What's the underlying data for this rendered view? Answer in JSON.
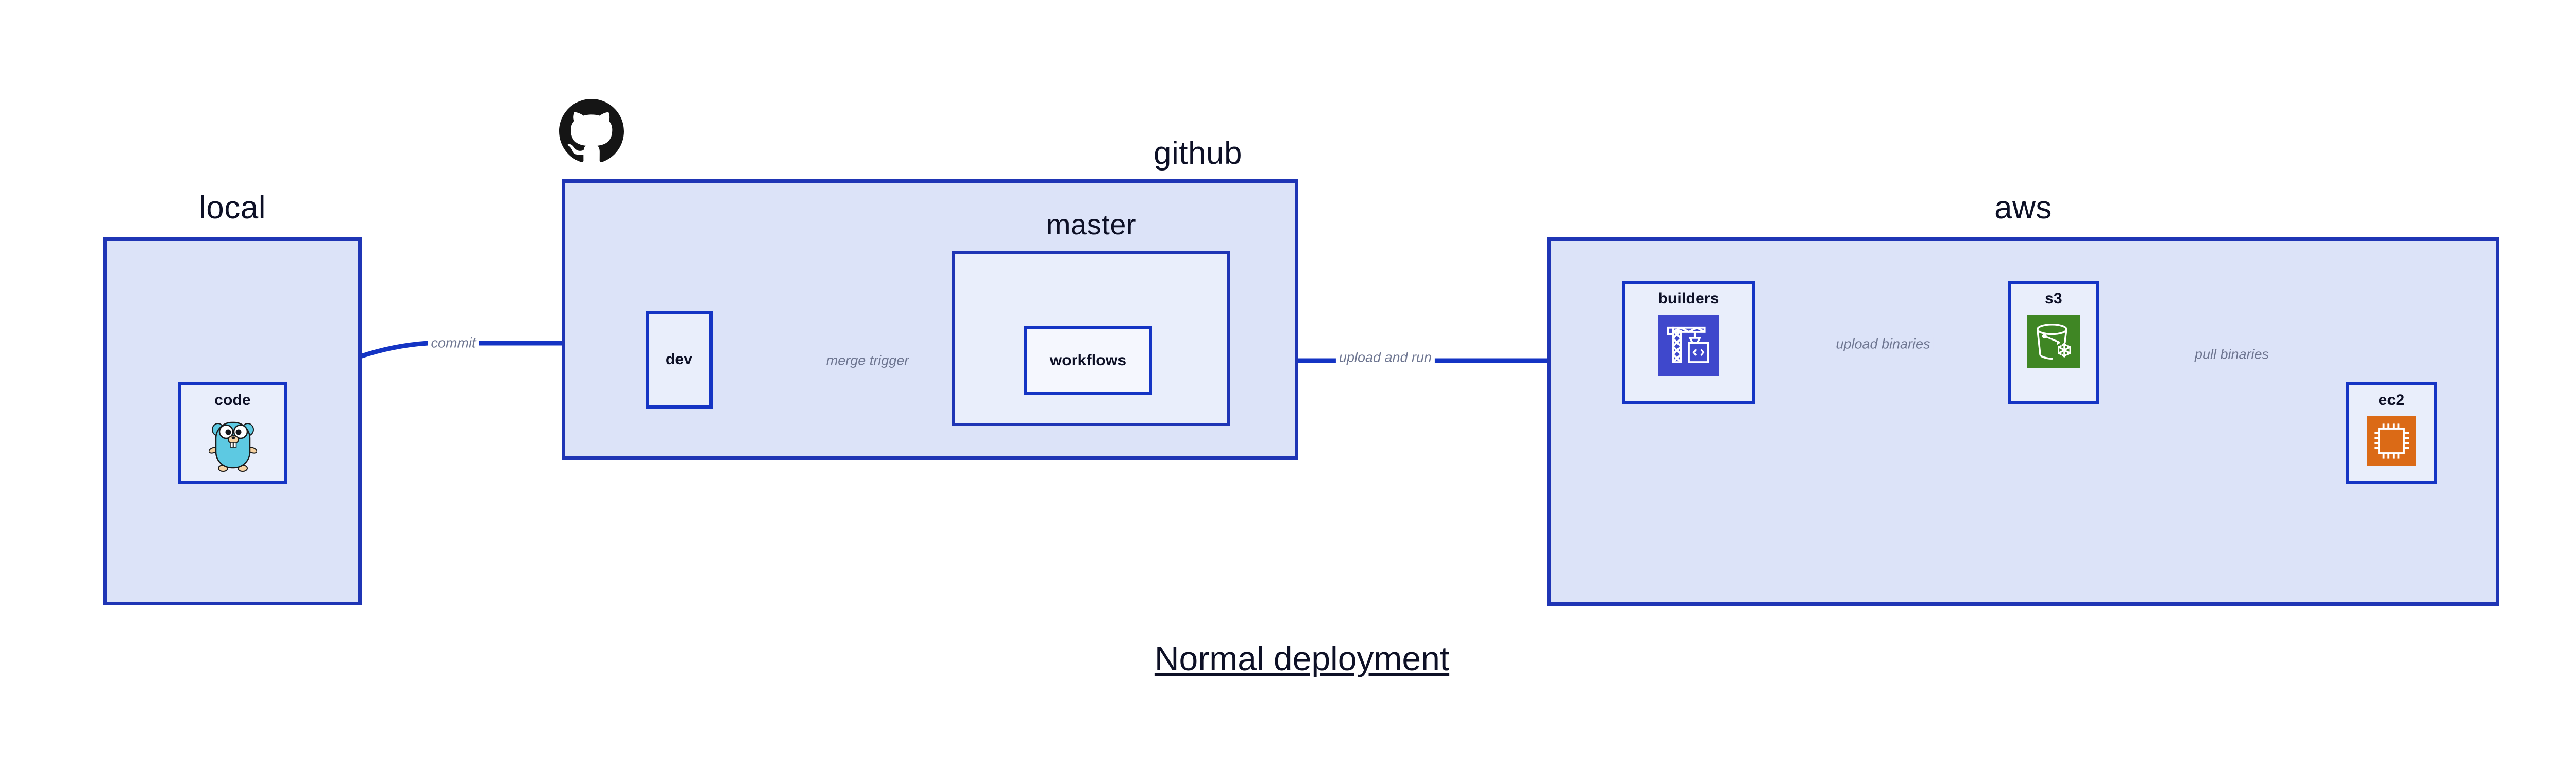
{
  "title": "Normal deployment",
  "colors": {
    "cluster_fill": "#DCE3F8",
    "cluster_border": "#1F35B5",
    "node_fill": "#E9EEFB",
    "node_border": "#1434C4",
    "edge_line": "#1434C4",
    "edge_label_text": "#6E7691",
    "text": "#0D1026",
    "builders_icon_bg": "#3F48CC",
    "s3_icon_bg": "#3F8624",
    "ec2_icon_bg": "#DB6A16",
    "gopher_body": "#5DC9E2",
    "github_logo": "#151515"
  },
  "clusters": [
    {
      "id": "local",
      "label": "local"
    },
    {
      "id": "github",
      "label": "github"
    },
    {
      "id": "aws",
      "label": "aws"
    }
  ],
  "subclusters": [
    {
      "id": "master",
      "label": "master",
      "parent": "github"
    }
  ],
  "nodes": [
    {
      "id": "code",
      "label": "code",
      "icon": "go-gopher-icon",
      "parent": "local"
    },
    {
      "id": "dev",
      "label": "dev",
      "icon": "none",
      "parent": "github"
    },
    {
      "id": "workflows",
      "label": "workflows",
      "icon": "none",
      "parent": "master"
    },
    {
      "id": "builders",
      "label": "builders",
      "icon": "aws-crane-icon",
      "parent": "aws"
    },
    {
      "id": "s3",
      "label": "s3",
      "icon": "aws-s3-bucket-icon",
      "parent": "aws"
    },
    {
      "id": "ec2",
      "label": "ec2",
      "icon": "aws-ec2-chip-icon",
      "parent": "aws"
    }
  ],
  "edges": [
    {
      "id": "commit",
      "label": "commit",
      "from": "code",
      "to": "dev"
    },
    {
      "id": "merge-trigger",
      "label": "merge trigger",
      "from": "dev",
      "to": "workflows"
    },
    {
      "id": "upload-and-run",
      "label": "upload and run",
      "from": "workflows",
      "to": "builders"
    },
    {
      "id": "upload-binaries",
      "label": "upload binaries",
      "from": "builders",
      "to": "s3"
    },
    {
      "id": "pull-binaries",
      "label": "pull binaries",
      "from": "s3",
      "to": "ec2"
    }
  ],
  "logos": [
    {
      "id": "github-logo",
      "name": "github-octocat-logo"
    }
  ]
}
